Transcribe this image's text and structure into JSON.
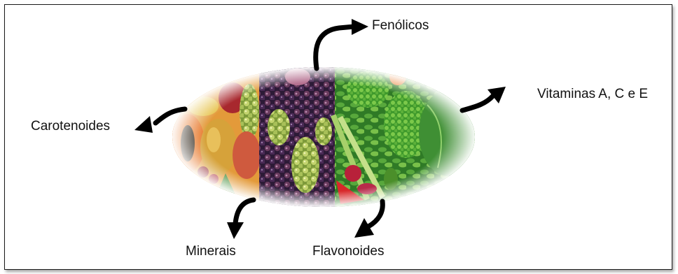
{
  "labels": {
    "fenolicos": "Fenólicos",
    "vitaminas": "Vitaminas A, C e E",
    "carotenoides": "Carotenoides",
    "minerais": "Minerais",
    "flavonoides": "Flavonoides"
  },
  "colors": {
    "arrow": "#000000",
    "border": "#1a1a1a",
    "grape_dark": "#3b2346",
    "grape_green": "#a9c15a",
    "papaya": "#e8902a",
    "mango": "#e6b23c",
    "leaf": "#3d8a2e"
  }
}
